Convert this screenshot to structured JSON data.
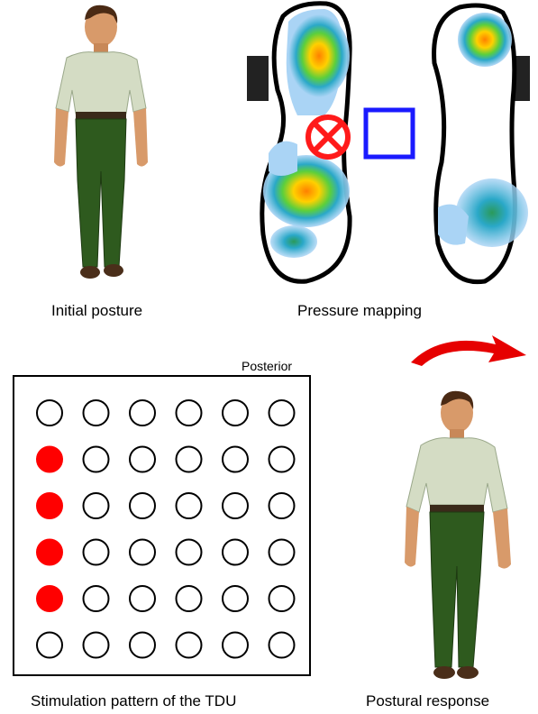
{
  "captions": {
    "initial_posture": "Initial posture",
    "pressure_mapping": "Pressure mapping",
    "stimulation_pattern": "Stimulation pattern of the TDU",
    "postural_response": "Postural response",
    "posterior": "Posterior"
  },
  "tdu_grid": {
    "rows": 6,
    "cols": 6,
    "active": [
      [
        1,
        0
      ],
      [
        2,
        0
      ],
      [
        3,
        0
      ],
      [
        4,
        0
      ]
    ],
    "active_color": "#ff0000",
    "inactive_color": "#ffffff"
  },
  "colors": {
    "center_of_pressure_marker": "#ff1a1a",
    "target_square": "#1a1aff",
    "arrow": "#e60000",
    "shirt": "#d4dcc4",
    "pants": "#2e5a1e"
  },
  "icons": {
    "initial_figure": "standing-man-icon",
    "response_figure": "standing-man-leaning-icon",
    "cop_marker": "circle-x-icon",
    "target": "square-icon",
    "arrow": "curved-arrow-icon"
  }
}
